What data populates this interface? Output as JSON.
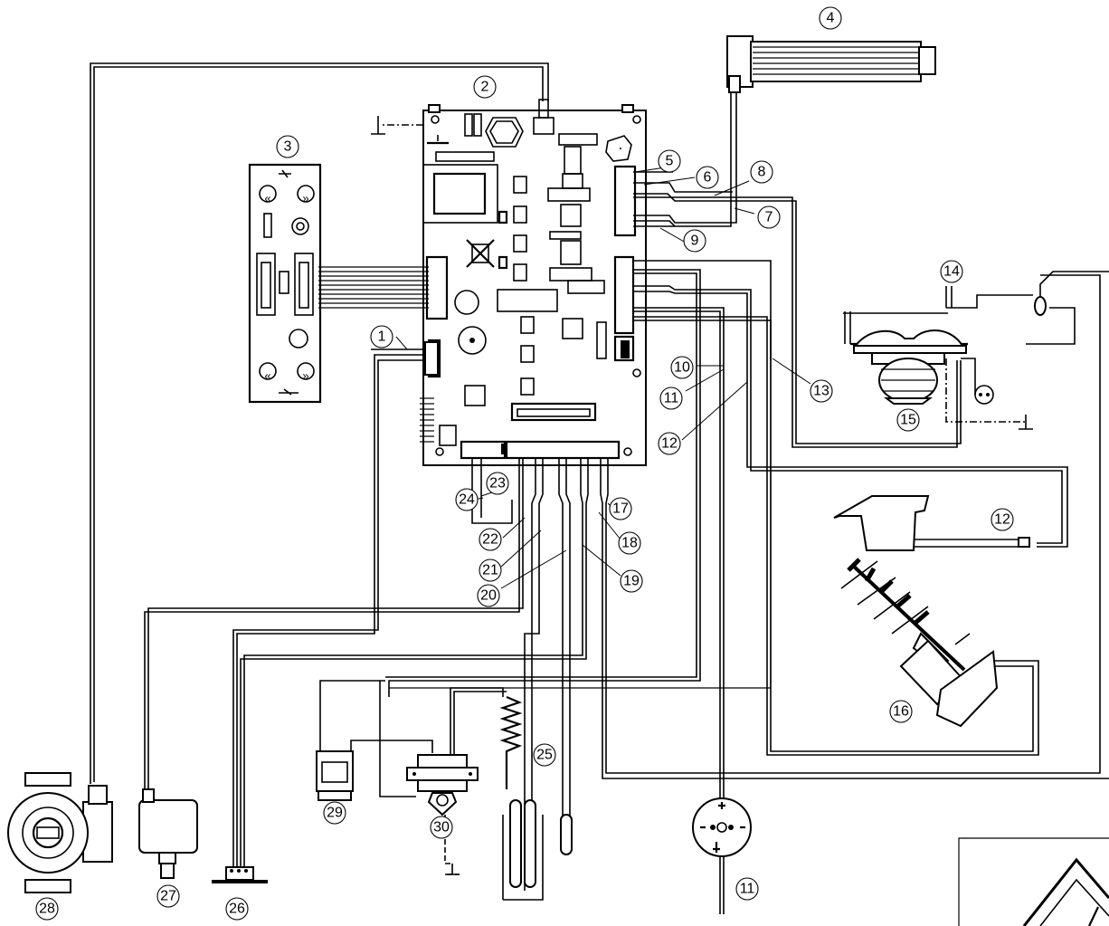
{
  "diagram": {
    "background": "#ffffff",
    "line_color": "#000000",
    "labels": [
      {
        "text": "1"
      },
      {
        "text": "2"
      },
      {
        "text": "3"
      },
      {
        "text": "4"
      },
      {
        "text": "5"
      },
      {
        "text": "6"
      },
      {
        "text": "7"
      },
      {
        "text": "8"
      },
      {
        "text": "9"
      },
      {
        "text": "10"
      },
      {
        "text": "11"
      },
      {
        "text": "12"
      },
      {
        "text": "13"
      },
      {
        "text": "14"
      },
      {
        "text": "15"
      },
      {
        "text": "16"
      },
      {
        "text": "12"
      },
      {
        "text": "17"
      },
      {
        "text": "18"
      },
      {
        "text": "19"
      },
      {
        "text": "20"
      },
      {
        "text": "21"
      },
      {
        "text": "22"
      },
      {
        "text": "23"
      },
      {
        "text": "24"
      },
      {
        "text": "25"
      },
      {
        "text": "26"
      },
      {
        "text": "27"
      },
      {
        "text": "28"
      },
      {
        "text": "29"
      },
      {
        "text": "30"
      },
      {
        "text": "11"
      }
    ]
  }
}
